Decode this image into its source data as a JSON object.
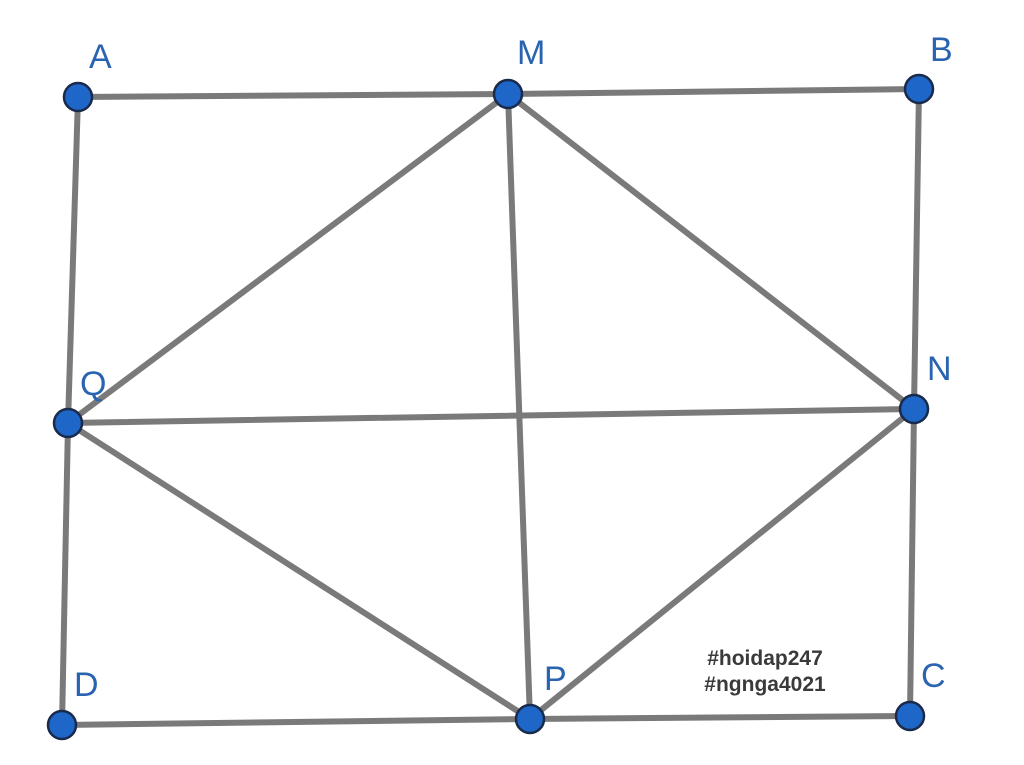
{
  "figure": {
    "colors": {
      "segment": "#7a7a7a",
      "point_fill": "#1f66c9",
      "point_stroke": "#1a2a4a",
      "label": "#2a64b0"
    },
    "points": {
      "A": "A",
      "M": "M",
      "B": "B",
      "N": "N",
      "C": "C",
      "P": "P",
      "D": "D",
      "Q": "Q"
    },
    "segments": [
      [
        "A",
        "M"
      ],
      [
        "M",
        "B"
      ],
      [
        "B",
        "N"
      ],
      [
        "N",
        "C"
      ],
      [
        "C",
        "P"
      ],
      [
        "P",
        "D"
      ],
      [
        "D",
        "Q"
      ],
      [
        "Q",
        "A"
      ],
      [
        "M",
        "N"
      ],
      [
        "N",
        "P"
      ],
      [
        "P",
        "Q"
      ],
      [
        "Q",
        "M"
      ],
      [
        "M",
        "P"
      ],
      [
        "Q",
        "N"
      ]
    ]
  },
  "watermark": {
    "line1": "#hoidap247",
    "line2": "#ngnga4021"
  }
}
